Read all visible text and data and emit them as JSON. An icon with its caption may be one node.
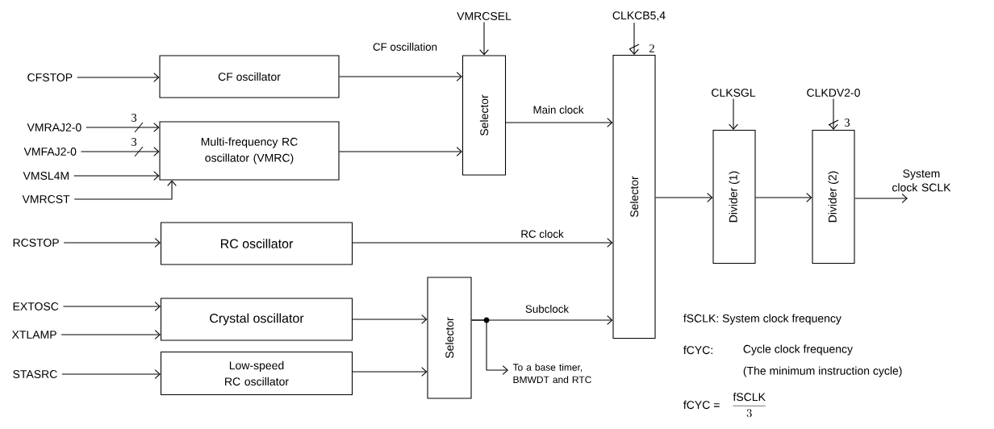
{
  "diagram": {
    "nodes": [
      {
        "text": [
          "CFSTOP"
        ]
      },
      {
        "text": [
          "VMRAJ2-0"
        ]
      },
      {
        "text": [
          "VMFAJ2-0"
        ]
      },
      {
        "text": [
          "VMSL4M"
        ]
      },
      {
        "text": [
          "VMRCST"
        ]
      },
      {
        "text": [
          "RCSTOP"
        ]
      },
      {
        "text": [
          "EXTOSC"
        ]
      },
      {
        "text": [
          "XTLAMP"
        ]
      },
      {
        "text": [
          "STASRC"
        ]
      },
      {
        "text": [
          "CF oscillator"
        ]
      },
      {
        "text": [
          "Multi-frequency RC oscillator (VMRC)"
        ]
      },
      {
        "text": [
          "RC oscillator"
        ]
      },
      {
        "text": [
          "Crystal oscillator"
        ]
      },
      {
        "text": [
          "Low-speed RC oscillator"
        ]
      },
      {
        "text": [
          "Selector"
        ]
      },
      {
        "text": [
          "Selector"
        ]
      },
      {
        "text": [
          "Selector"
        ]
      },
      {
        "text": [
          "VMRCSEL"
        ]
      },
      {
        "text": [
          "CLKCB5,4"
        ]
      },
      {
        "text": [
          "CLKSGL"
        ]
      },
      {
        "text": [
          "CLKDV2-0"
        ]
      },
      {
        "text": [
          "Divider (1)"
        ]
      },
      {
        "text": [
          "Divider (2)"
        ]
      },
      {
        "text": [
          "System clock SCLK"
        ]
      },
      {
        "text": [
          "To a base timer, BMWDT and RTC"
        ]
      }
    ],
    "edges": [
      {
        "from": 0,
        "to": 9,
        "arrow": "to"
      },
      {
        "from": 1,
        "to": 10,
        "arrow": "to",
        "label": "3"
      },
      {
        "from": 2,
        "to": 10,
        "arrow": "to",
        "label": "3"
      },
      {
        "from": 3,
        "to": 10,
        "arrow": "to"
      },
      {
        "from": 4,
        "to": 10,
        "arrow": "to"
      },
      {
        "from": 5,
        "to": 11,
        "arrow": "to"
      },
      {
        "from": 6,
        "to": 12,
        "arrow": "to"
      },
      {
        "from": 7,
        "to": 12,
        "arrow": "to"
      },
      {
        "from": 8,
        "to": 13,
        "arrow": "to"
      },
      {
        "from": 9,
        "to": 14,
        "arrow": "to",
        "label": "CF oscillation"
      },
      {
        "from": 10,
        "to": 14,
        "arrow": "to"
      },
      {
        "from": 17,
        "to": 14,
        "arrow": "to"
      },
      {
        "from": 14,
        "to": 15,
        "arrow": "to",
        "label": "Main clock"
      },
      {
        "from": 18,
        "to": 15,
        "arrow": "to",
        "label": "2"
      },
      {
        "from": 11,
        "to": 15,
        "arrow": "to",
        "label": "RC clock"
      },
      {
        "from": 12,
        "to": 16,
        "arrow": "to"
      },
      {
        "from": 13,
        "to": 16,
        "arrow": "to"
      },
      {
        "from": 16,
        "to": 15,
        "arrow": "to",
        "label": "Subclock"
      },
      {
        "from": 16,
        "to": 24,
        "arrow": "to"
      },
      {
        "from": 15,
        "to": 21,
        "arrow": "to"
      },
      {
        "from": 19,
        "to": 21,
        "arrow": "to"
      },
      {
        "from": 21,
        "to": 22,
        "arrow": "to"
      },
      {
        "from": 20,
        "to": 22,
        "arrow": "to",
        "label": "3"
      },
      {
        "from": 22,
        "to": 23,
        "arrow": "to"
      }
    ],
    "labels": [
      "fSCLK: System clock frequency",
      "fCYC:",
      "Cycle clock frequency",
      "(The minimum instruction cycle)",
      "fCYC =",
      "\\frac{\\mathrm{fSCLK}}{3}"
    ]
  }
}
